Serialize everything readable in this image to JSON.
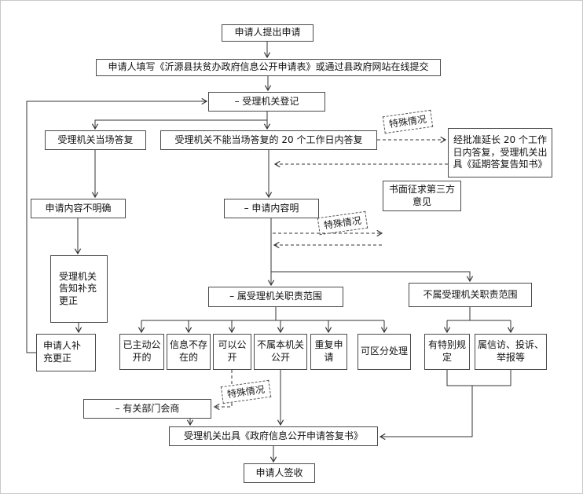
{
  "diagram": {
    "type": "flowchart",
    "language": "zh-CN",
    "colors": {
      "line": "#333333",
      "box_border": "#4a4a4a",
      "background": "#ffffff"
    },
    "nodes": {
      "submit": "申请人提出申请",
      "fill_form": "申请人填写《沂源县扶贫办政府信息公开申请表》或通过县政府网站在线提交",
      "register": "–  受理机关登记",
      "reply_onspot": "受理机关当场答复",
      "reply_20days": "受理机关不能当场答复的 20 个工作日内答复",
      "extend": "经批准延长 20 个工作日内答复，受理机关出具《延期答复告知书》",
      "third_party": "书面征求第三方意见",
      "content_unclear": "申请内容不明确",
      "content_clear": "–  申请内容明",
      "notify_supplement": "受理机关告知补充更正",
      "applicant_supplement": "申请人补充更正",
      "in_scope": "–  属受理机关职责范围",
      "out_scope": "不属受理机关职责范围",
      "already_public": "已主动公开的",
      "not_exist": "信息不存在的",
      "can_public": "可以公开",
      "not_this_org": "不属本机关公开",
      "repeat_apply": "重复申请",
      "separable": "可区分处理",
      "special_rule": "有特别规定",
      "petition": "属信访、投诉、举报等",
      "consult": "–  有关部门会商",
      "reply_doc": "受理机关出具《政府信息公开申请答复书》",
      "sign": "申请人签收",
      "special_note": "特殊情况"
    },
    "edges": [
      {
        "from": "submit",
        "to": "fill_form",
        "style": "solid"
      },
      {
        "from": "fill_form",
        "to": "register",
        "style": "solid"
      },
      {
        "from": "register",
        "to": "reply_onspot",
        "style": "solid"
      },
      {
        "from": "register",
        "to": "reply_20days",
        "style": "solid"
      },
      {
        "from": "reply_onspot",
        "to": "content_unclear",
        "style": "solid"
      },
      {
        "from": "reply_20days",
        "to": "content_clear",
        "style": "solid"
      },
      {
        "from": "reply_20days",
        "to": "extend",
        "style": "dashed",
        "note": "特殊情况"
      },
      {
        "from": "extend",
        "to": "content_clear",
        "style": "dashed"
      },
      {
        "from": "content_unclear",
        "to": "notify_supplement",
        "style": "solid"
      },
      {
        "from": "notify_supplement",
        "to": "applicant_supplement",
        "style": "solid"
      },
      {
        "from": "applicant_supplement",
        "to": "register",
        "style": "solid"
      },
      {
        "from": "content_clear",
        "to": "third_party",
        "style": "dashed",
        "note": "特殊情况"
      },
      {
        "from": "third_party",
        "to": "content_clear",
        "style": "dashed"
      },
      {
        "from": "content_clear",
        "to": "in_scope",
        "style": "solid"
      },
      {
        "from": "content_clear",
        "to": "out_scope",
        "style": "solid"
      },
      {
        "from": "in_scope",
        "to": "already_public",
        "style": "solid"
      },
      {
        "from": "in_scope",
        "to": "not_exist",
        "style": "solid"
      },
      {
        "from": "in_scope",
        "to": "can_public",
        "style": "solid"
      },
      {
        "from": "in_scope",
        "to": "not_this_org",
        "style": "solid"
      },
      {
        "from": "in_scope",
        "to": "repeat_apply",
        "style": "solid"
      },
      {
        "from": "in_scope",
        "to": "separable",
        "style": "solid"
      },
      {
        "from": "out_scope",
        "to": "special_rule",
        "style": "solid"
      },
      {
        "from": "out_scope",
        "to": "petition",
        "style": "solid"
      },
      {
        "from": "can_public",
        "to": "consult",
        "style": "dashed",
        "note": "特殊情况"
      },
      {
        "from": "not_this_org",
        "to": "reply_doc",
        "style": "solid"
      },
      {
        "from": "special_rule",
        "to": "reply_doc",
        "style": "solid"
      },
      {
        "from": "petition",
        "to": "reply_doc",
        "style": "solid"
      },
      {
        "from": "consult",
        "to": "reply_doc",
        "style": "solid"
      },
      {
        "from": "reply_doc",
        "to": "sign",
        "style": "solid"
      }
    ]
  }
}
